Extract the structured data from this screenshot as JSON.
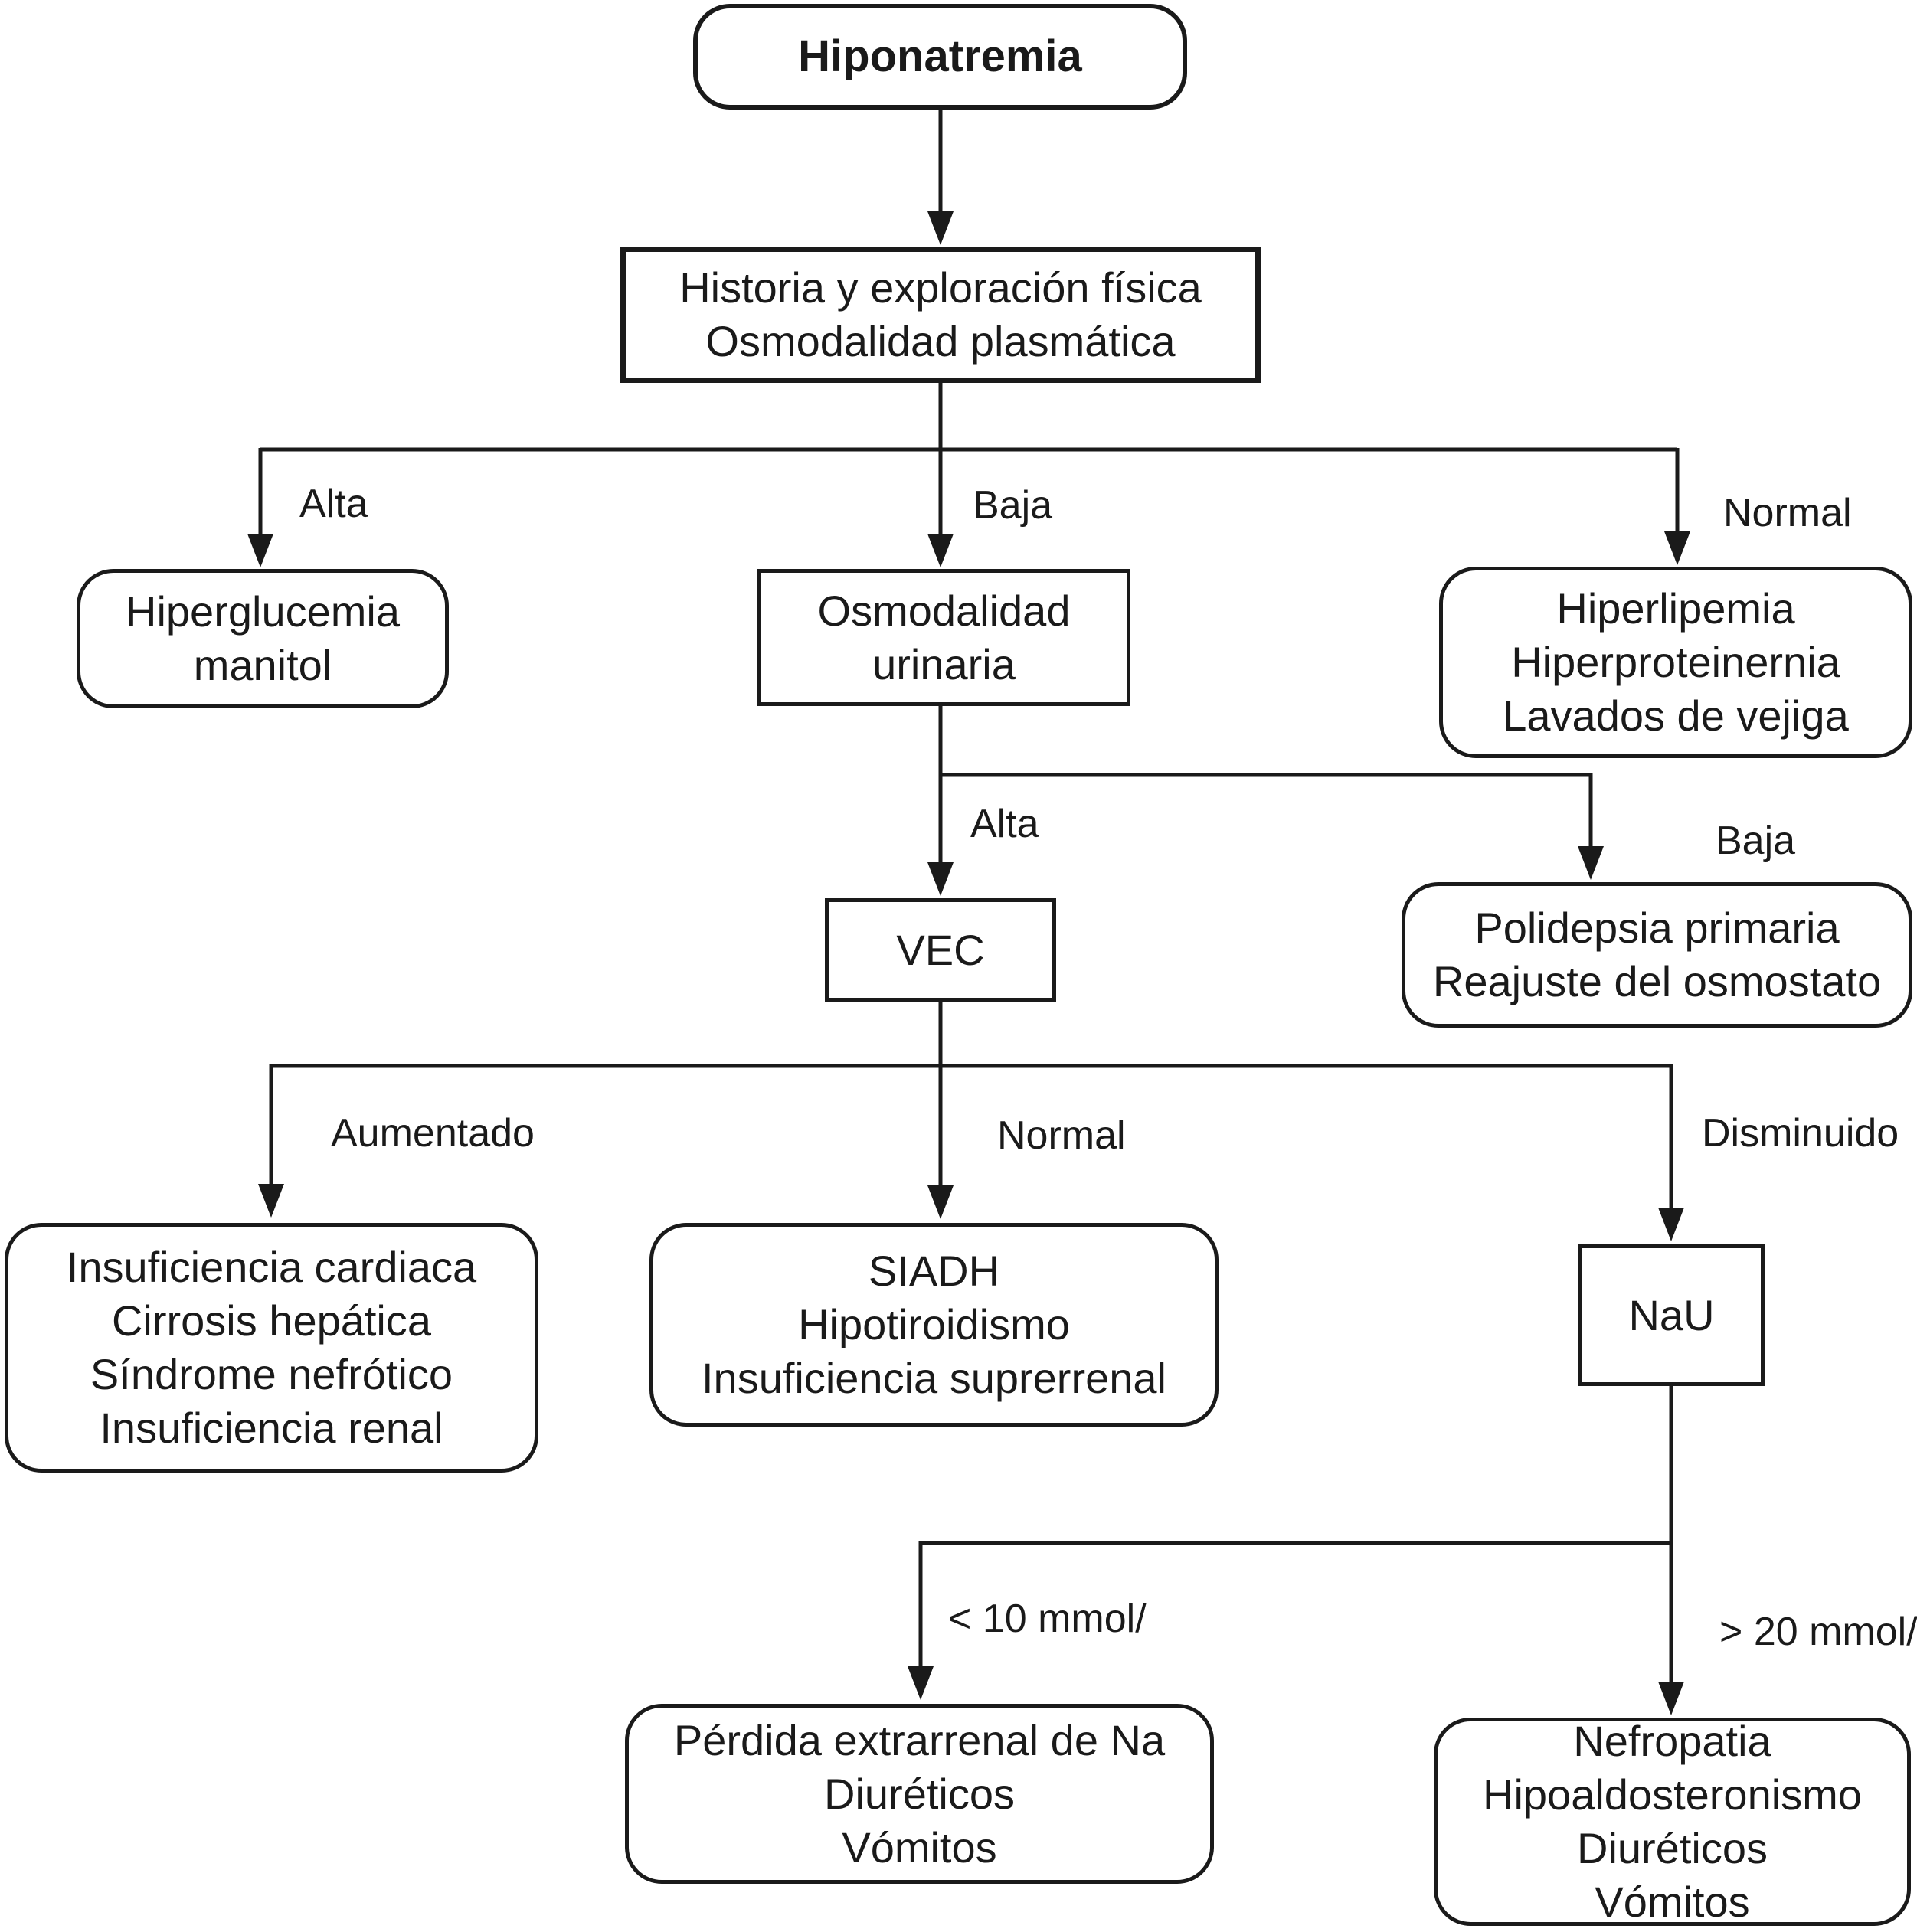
{
  "diagram": {
    "title": "Hiponatremia",
    "nodes": {
      "hiponatremia": "Hiponatremia",
      "historia_osmodalidad": "Historia y exploración física\nOsmodalidad plasmática",
      "hiperglucemia": "Hiperglucemia\nmanitol",
      "osmodalidad_urinaria": "Osmodalidad\nurinaria",
      "hiperlipemia": "Hiperlipemia\nHiperproteinernia\nLavados de vejiga",
      "vec": "VEC",
      "polidepsia": "Polidepsia primaria\nReajuste del osmostato",
      "insuficiencia": "Insuficiencia cardiaca\nCirrosis hepática\nSíndrome nefrótico\nInsuficiencia renal",
      "siadh": "SIADH\nHipotiroidismo\nInsuficiencia suprerrenal",
      "nau": "NaU",
      "perdida_extrarrenal": "Pérdida extrarrenal de Na\nDiuréticos\nVómitos",
      "nefropatia": "Nefropatia\nHipoaldosteronismo\nDiuréticos\nVómitos"
    },
    "edge_labels": {
      "plasmatica_alta": "Alta",
      "plasmatica_baja": "Baja",
      "plasmatica_normal": "Normal",
      "urinaria_alta": "Alta",
      "urinaria_baja": "Baja",
      "vec_aumentado": "Aumentado",
      "vec_normal": "Normal",
      "vec_disminuido": "Disminuido",
      "nau_lt10": "< 10 mmol/",
      "nau_gt20": "> 20 mmol/"
    },
    "colors": {
      "stroke": "#1a1a1a",
      "background": "#ffffff",
      "text": "#1a1a1a"
    }
  }
}
